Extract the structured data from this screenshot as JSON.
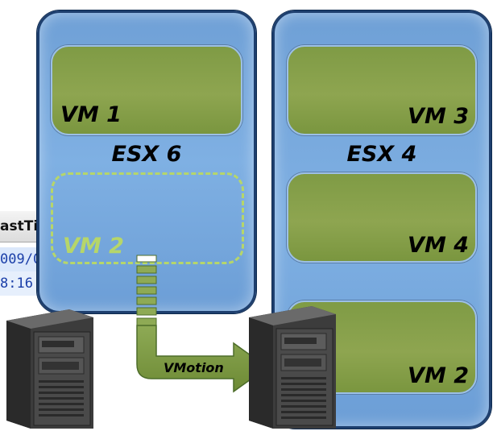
{
  "background_window": {
    "header": "astTi",
    "row1": "009/0",
    "row2": "8:16"
  },
  "hosts": [
    {
      "label": "ESX 6"
    },
    {
      "label": "ESX 4"
    }
  ],
  "vms": {
    "vm1": "VM 1",
    "vm2_ghost": "VM 2",
    "vm3": "VM 3",
    "vm4": "VM 4",
    "vm2": "VM 2"
  },
  "migration": {
    "label": "VMotion"
  },
  "colors": {
    "host_fill": "#7fb0e3",
    "host_border": "#1e3f6e",
    "vm_fill": "#8ea550",
    "ghost_outline": "#b6d66a",
    "arrow_fill": "#7a963f"
  }
}
